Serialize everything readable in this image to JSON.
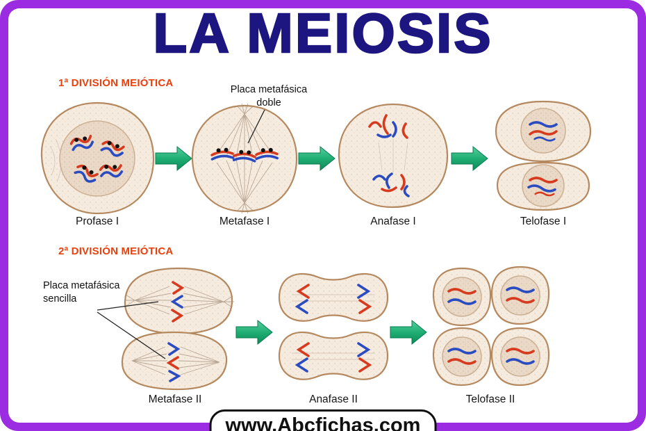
{
  "title": "LA MEIOSIS",
  "sections": {
    "first": {
      "heading": "1ª DIVISIÓN MEIÓTICA"
    },
    "second": {
      "heading": "2ª DIVISIÓN MEIÓTICA"
    }
  },
  "annotations": {
    "double_plate": {
      "line1": "Placa metafásica",
      "line2": "doble"
    },
    "single_plate": {
      "line1": "Placa metafásica",
      "line2": "sencilla"
    }
  },
  "stages_row1": [
    {
      "label": "Profase I"
    },
    {
      "label": "Metafase I"
    },
    {
      "label": "Anafase I"
    },
    {
      "label": "Telofase I"
    }
  ],
  "stages_row2": [
    {
      "label": "Metafase II"
    },
    {
      "label": "Anafase II"
    },
    {
      "label": "Telofase II"
    }
  ],
  "watermark": "www.Abcfichas.com",
  "colors": {
    "frame": "#9b2ce2",
    "title": "#1d1680",
    "section_heading": "#e8400e",
    "chromosome_red": "#d63b20",
    "chromosome_blue": "#2b4cc0",
    "arrow_green": "#1fae74",
    "cell_fill": "#f6ebdf",
    "cell_outline": "#b5895f"
  }
}
